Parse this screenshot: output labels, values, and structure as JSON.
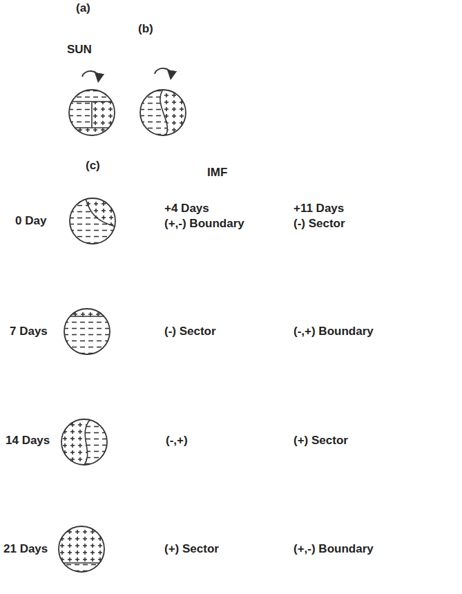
{
  "diagram": {
    "labels": [
      "(a)",
      "(b)",
      "SUN",
      "(c)",
      "IMF",
      "0 Day",
      "+4 Days",
      "(+,-) Boundary",
      "+11 Days",
      "(-) Sector",
      "7 Days",
      "(-) Sector",
      "(-,+) Boundary",
      "14 Days",
      "(-,+)",
      "(+) Sector",
      "21 Days",
      "(+) Sector",
      "(+,-) Boundary"
    ]
  }
}
